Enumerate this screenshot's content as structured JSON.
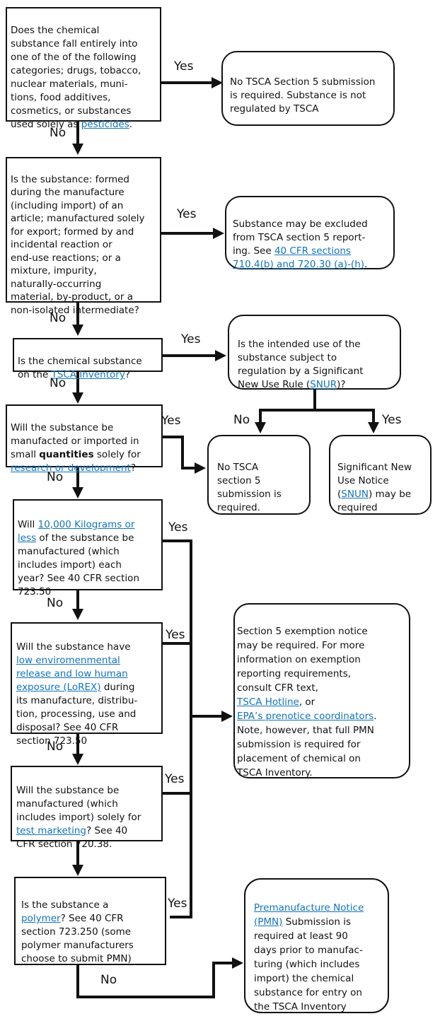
{
  "colors": {
    "background": "#ffffff",
    "line": "#111111",
    "text": "#111111",
    "link": "#1274BD"
  },
  "flowchart": {
    "q1": {
      "segments": [
        {
          "t": "Does the chemical\nsubstance fall entirely into\none of the of the following\ncategories; drugs, tobacco,\nnuclear materials, muni-\ntions, food additives,\ncosmetics, or substances\nused solely as "
        },
        {
          "t": "pesticides",
          "link": true
        },
        {
          "t": "."
        }
      ]
    },
    "a1": {
      "segments": [
        {
          "t": "No TSCA Section 5 submission\nis required. Substance is not\nregulated by TSCA"
        }
      ]
    },
    "q2": {
      "segments": [
        {
          "t": "Is the substance: formed\nduring the manufacture\n(including import) of an\narticle; manufactured solely\nfor export; formed by and\nincidental reaction or\nend-use reactions; or a\nmixture, impurity,\nnaturally-occurring\nmaterial, by-product, or a\nnon-isolated intermediate?"
        }
      ]
    },
    "a2": {
      "segments": [
        {
          "t": "Substance may be excluded\nfrom TSCA section 5 report-\ning. See "
        },
        {
          "t": "40 CFR sections\n710.4(b) and 720.30 (a)-(h)",
          "link": true
        },
        {
          "t": "."
        }
      ]
    },
    "q3": {
      "segments": [
        {
          "t": "Is the chemical substance\non the "
        },
        {
          "t": "TSCA Inventory",
          "link": true
        },
        {
          "t": "?"
        }
      ]
    },
    "snur": {
      "segments": [
        {
          "t": "Is the intended use of the\nsubstance subject to\nregulation by a Significant\nNew Use Rule ("
        },
        {
          "t": "SNUR",
          "link": true
        },
        {
          "t": ")?"
        }
      ]
    },
    "no_submission": {
      "segments": [
        {
          "t": "No TSCA\nsection 5\nsubmission is\nrequired."
        }
      ]
    },
    "snun": {
      "segments": [
        {
          "t": "Significant New\nUse Notice\n("
        },
        {
          "t": "SNUN",
          "link": true
        },
        {
          "t": ") may be\nrequired"
        }
      ]
    },
    "q4": {
      "segments": [
        {
          "t": "Will the substance be\nmanufacted or imported in\nsmall "
        },
        {
          "t": "quantities",
          "bold": true
        },
        {
          "t": " solely for\n"
        },
        {
          "t": "research or development",
          "link": true
        },
        {
          "t": "?"
        }
      ]
    },
    "q5": {
      "segments": [
        {
          "t": "Will "
        },
        {
          "t": "10,000 Kilograms or\nless",
          "link": true
        },
        {
          "t": " of the substance be\nmanufactured (which\nincludes import) each\nyear?  See 40 CFR section\n723.50"
        }
      ]
    },
    "q6": {
      "segments": [
        {
          "t": "Will the substance have\n"
        },
        {
          "t": "low enviromenmental\nrelease and low human\nexposure (LoREX)",
          "link": true
        },
        {
          "t": " during\nits manufacture, distribu-\ntion, processing, use and\ndisposal? See 40 CFR\nsection 723.50"
        }
      ]
    },
    "exemption": {
      "segments": [
        {
          "t": "Section 5 exemption notice\nmay be required. For more\ninformation on exemption\nreporting requirements,\nconsult CFR text,\n"
        },
        {
          "t": "TSCA Hotline",
          "link": true
        },
        {
          "t": ", or\n"
        },
        {
          "t": "EPA’s prenotice coordinators",
          "link": true
        },
        {
          "t": ".\nNote, however, that full PMN\nsubmission is required for\nplacement of chemical on\nTSCA Inventory."
        }
      ]
    },
    "q7": {
      "segments": [
        {
          "t": "Will the substance be\nmanufactured (which\nincludes import) solely for\n"
        },
        {
          "t": "test marketing",
          "link": true
        },
        {
          "t": "? See 40\nCFR section 720.38."
        }
      ]
    },
    "q8": {
      "segments": [
        {
          "t": "Is the substance a\n"
        },
        {
          "t": "polymer",
          "link": true
        },
        {
          "t": "? See 40 CFR\nsection 723.250 (some\npolymer manufacturers\nchoose to submit PMN)"
        }
      ]
    },
    "pmn": {
      "segments": [
        {
          "t": "Premanufacture Notice\n(PMN)",
          "link": true
        },
        {
          "t": " Submission is\nrequired at least 90\ndays prior to manufac-\nturing (which includes\nimport) the chemical\nsubstance for entry on\nthe TSCA Inventory"
        }
      ]
    }
  },
  "labels": {
    "q1_yes": "Yes",
    "q1_no": "No",
    "q2_yes": "Yes",
    "q2_no": "No",
    "q3_yes": "Yes",
    "q3_no": "No",
    "snur_no": "No",
    "snur_yes": "Yes",
    "q4_yes": "Yes",
    "q4_no": "No",
    "q5_yes": "Yes",
    "q5_no": "No",
    "q6_yes": "Yes",
    "q6_no": "No",
    "q7_yes": "Yes",
    "q8_yes": "Yes",
    "q8_no": "No"
  }
}
